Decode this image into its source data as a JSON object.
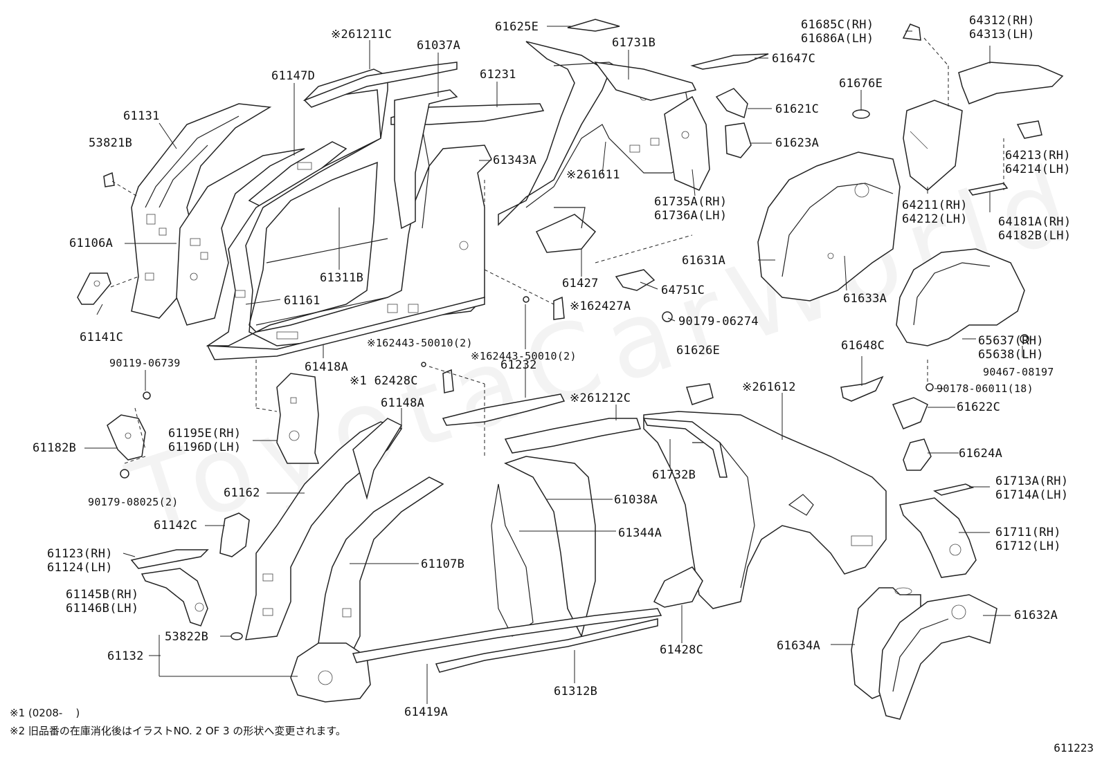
{
  "watermark": "ToyotaCarWorld",
  "labels": {
    "l61211C": "※261211C",
    "l61037A": "61037A",
    "l61625E": "61625E",
    "l61731B": "61731B",
    "l61685": "61685C(RH)\n61686A(LH)",
    "l64312": "64312(RH)\n64313(LH)",
    "l61147D": "61147D",
    "l61231": "61231",
    "l61647C": "61647C",
    "l61131": "61131",
    "l53821B": "53821B",
    "l61343A": "61343A",
    "l61621C": "61621C",
    "l61676E": "61676E",
    "l64213": "64213(RH)\n64214(LH)",
    "l61611": "※261611",
    "l61623A": "61623A",
    "l61735A": "61735A(RH)\n61736A(LH)",
    "l64211": "64211(RH)\n64212(LH)",
    "l64181A": "64181A(RH)\n64182B(LH)",
    "l61106A": "61106A",
    "l61631A": "61631A",
    "l61311B": "61311B",
    "l61427": "61427",
    "l64751C": "64751C",
    "l61161": "61161",
    "l62427A": "※162427A",
    "l61633A": "61633A",
    "l61141C": "61141C",
    "l90179_06274": "90179-06274",
    "l65637": "65637(RH)\n65638(LH)",
    "l62443a": "※162443-50010(2)",
    "l61418A": "61418A",
    "l62443b": "※162443-50010(2)",
    "l61626E": "61626E",
    "l61648C": "61648C",
    "l90467": "90467-08197",
    "l90119": "90119-06739",
    "l62428C": "※1 62428C",
    "l61232": "61232",
    "l61212C": "※261212C",
    "l61612": "※261612",
    "l90178": "90178-06011(18)",
    "l61148A": "61148A",
    "l61622C": "61622C",
    "l61182B": "61182B",
    "l61195E": "61195E(RH)\n61196D(LH)",
    "l61624A": "61624A",
    "l61732B": "61732B",
    "l61713A": "61713A(RH)\n61714A(LH)",
    "l90179_08025": "90179-08025(2)",
    "l61162": "61162",
    "l61038A": "61038A",
    "l61142C": "61142C",
    "l61344A": "61344A",
    "l61711": "61711(RH)\n61712(LH)",
    "l61123": "61123(RH)\n61124(LH)",
    "l61107B": "61107B",
    "l61145B": "61145B(RH)\n61146B(LH)",
    "l61632A": "61632A",
    "l53822B": "53822B",
    "l61132": "61132",
    "l61428C": "61428C",
    "l61634A": "61634A",
    "l61312B": "61312B",
    "l61419A": "61419A"
  },
  "notes": {
    "note1": "※1 (0208-    )",
    "note2": "※2 旧品番の在庫消化後はイラストNO. 2 OF 3 の形状へ変更されます。"
  },
  "diagram_code": "611223"
}
